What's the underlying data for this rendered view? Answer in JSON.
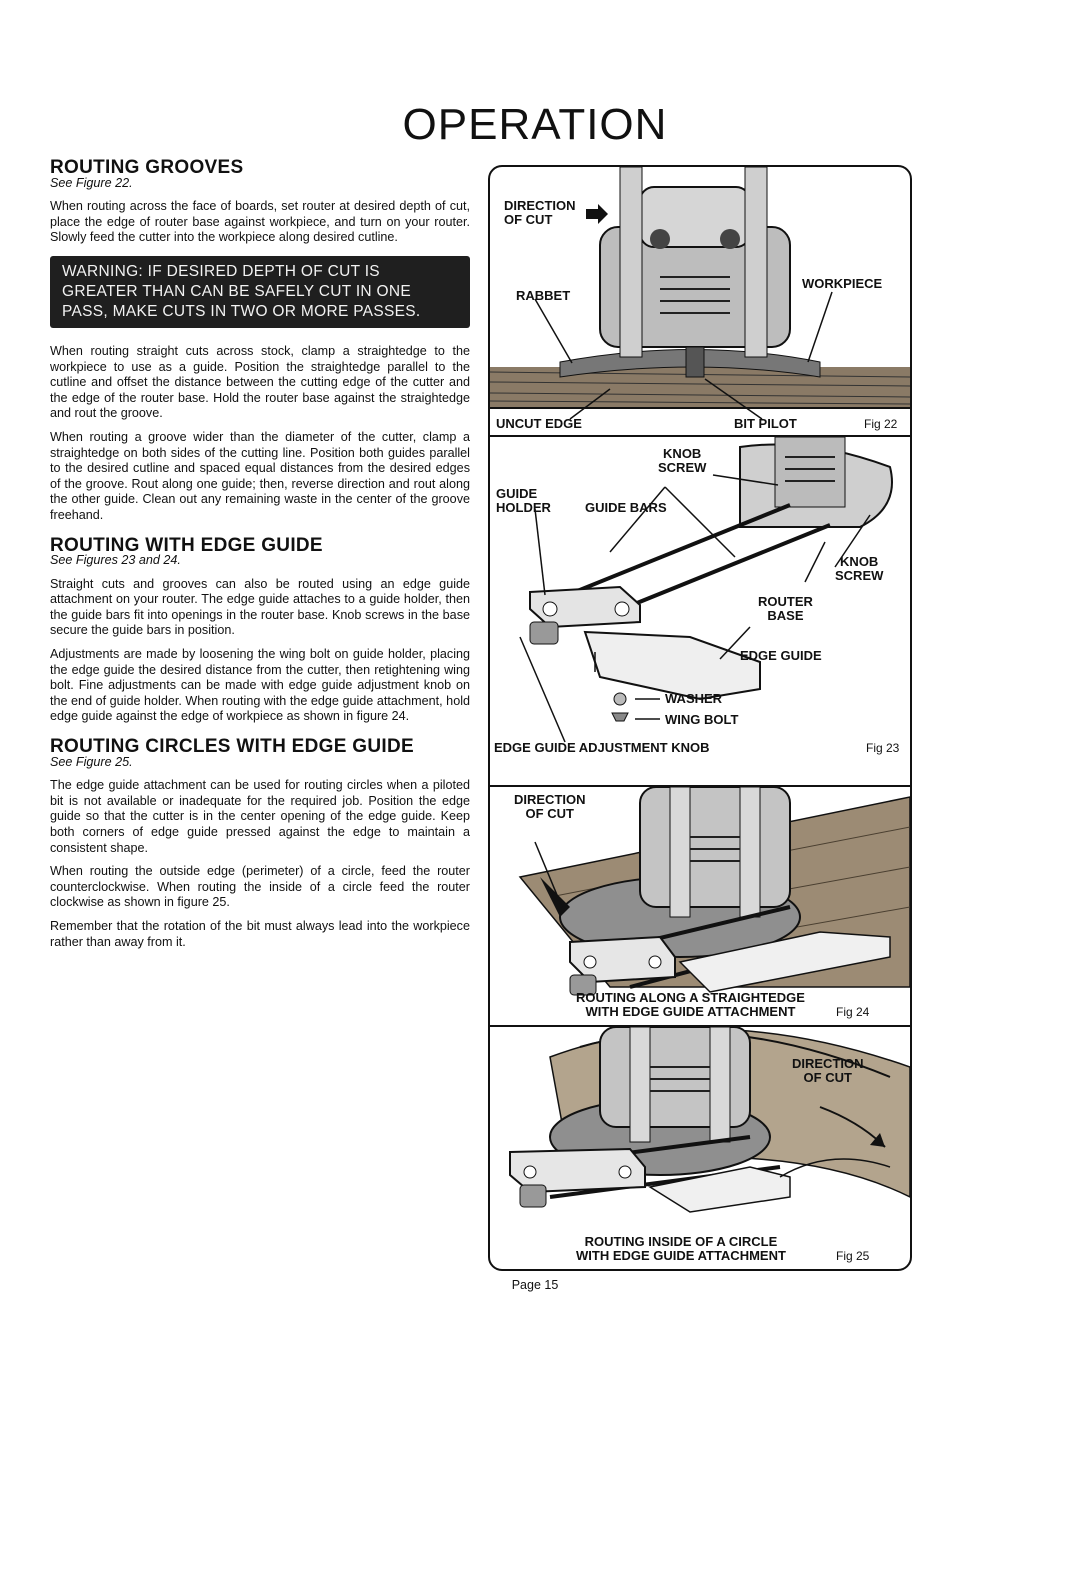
{
  "page": {
    "title": "OPERATION",
    "page_number": "Page 15"
  },
  "sections": {
    "grooves": {
      "heading": "ROUTING GROOVES",
      "ref": "See Figure 22.",
      "p1": "When routing across the face of boards, set router at desired depth of cut, place the edge of router base against workpiece, and turn on your router. Slowly feed the cutter into the workpiece along desired cutline.",
      "warning": "WARNING: IF DESIRED DEPTH OF CUT IS GREATER THAN CAN BE SAFELY CUT IN ONE PASS, MAKE CUTS IN TWO OR MORE PASSES.",
      "p2": "When routing straight cuts across stock, clamp a straightedge to the workpiece to use as a guide. Position the straightedge parallel to the cutline and offset the distance between the cutting edge of the cutter and the edge of the router base. Hold the router base against the straightedge and rout the groove.",
      "p3": "When routing a groove wider than the diameter of the cutter, clamp a straightedge on both sides of the cutting line. Position both guides parallel to the desired cutline and spaced equal distances from the desired edges of the groove. Rout along one guide; then, reverse direction and rout along the other guide. Clean out any remaining waste in the center of the groove freehand."
    },
    "edge_guide": {
      "heading": "ROUTING WITH EDGE GUIDE",
      "ref": "See Figures 23 and 24.",
      "p1": "Straight cuts and grooves can also be routed using an edge guide attachment on your router. The edge guide attaches to a guide holder, then the guide bars fit into openings in the router base. Knob screws in the base secure the guide bars in position.",
      "p2": "Adjustments are made by loosening the wing bolt on guide holder, placing the edge guide the desired distance from the cutter, then retightening wing bolt. Fine adjustments can be made with edge guide adjustment knob on the end of guide holder. When routing with the edge guide attachment, hold edge guide against the edge of workpiece as shown in figure 24."
    },
    "circles": {
      "heading": "ROUTING CIRCLES WITH EDGE GUIDE",
      "ref": "See Figure 25.",
      "p1": "The edge guide attachment can be used for routing circles when a piloted bit is not available or inadequate for the required job. Position the edge guide so that the cutter is in the center opening of the edge guide. Keep both corners of edge guide pressed against the edge to maintain a consistent shape.",
      "p2": "When routing the outside edge (perimeter) of a circle, feed the router counterclockwise. When routing the inside of a circle feed the router clockwise as shown in figure 25.",
      "p3": "Remember that the rotation of the bit must always lead into the workpiece rather than away from it."
    }
  },
  "figures": {
    "fig22": {
      "direction": "DIRECTION\nOF CUT",
      "rabbet": "RABBET",
      "workpiece": "WORKPIECE",
      "uncut_edge": "UNCUT EDGE",
      "bit_pilot": "BIT PILOT",
      "number": "Fig 22"
    },
    "fig23": {
      "knob_screw_top": "KNOB\nSCREW",
      "guide_holder": "GUIDE\nHOLDER",
      "guide_bars": "GUIDE BARS",
      "knob_screw_right": "KNOB\nSCREW",
      "router_base": "ROUTER\nBASE",
      "edge_guide": "EDGE GUIDE",
      "washer": "WASHER",
      "wing_bolt": "WING BOLT",
      "adjustment_knob": "EDGE GUIDE ADJUSTMENT KNOB",
      "number": "Fig 23"
    },
    "fig24": {
      "direction": "DIRECTION\nOF CUT",
      "caption": "ROUTING ALONG A STRAIGHTEDGE\nWITH EDGE GUIDE ATTACHMENT",
      "number": "Fig 24"
    },
    "fig25": {
      "direction": "DIRECTION\nOF CUT",
      "caption": "ROUTING INSIDE OF A CIRCLE\nWITH EDGE GUIDE ATTACHMENT",
      "number": "Fig 25"
    }
  }
}
